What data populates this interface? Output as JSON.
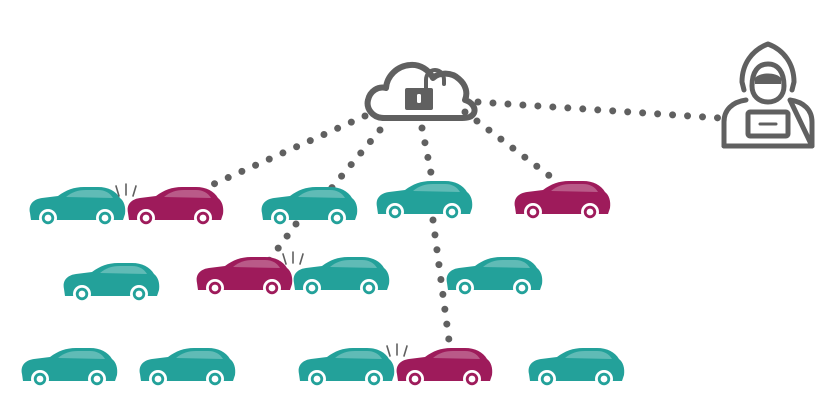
{
  "colors": {
    "teal": "#23a19a",
    "magenta": "#9e1b5b",
    "gray": "#606060",
    "background": "#ffffff"
  },
  "icons": {
    "cloud": "cloud-icon",
    "lock": "unlocked-padlock-icon",
    "hacker": "hooded-hacker-icon",
    "car": "car-icon",
    "crash": "crash-spark-icon"
  },
  "cars": [
    {
      "id": "r1-c1",
      "color": "teal",
      "compromised": false
    },
    {
      "id": "r1-c2",
      "color": "magenta",
      "compromised": true
    },
    {
      "id": "r1-c3",
      "color": "teal",
      "compromised": false
    },
    {
      "id": "r1-c4",
      "color": "teal",
      "compromised": false
    },
    {
      "id": "r1-c5",
      "color": "magenta",
      "compromised": true
    },
    {
      "id": "r2-c1",
      "color": "teal",
      "compromised": false
    },
    {
      "id": "r2-c2",
      "color": "magenta",
      "compromised": true
    },
    {
      "id": "r2-c3",
      "color": "teal",
      "compromised": false
    },
    {
      "id": "r2-c4",
      "color": "teal",
      "compromised": false
    },
    {
      "id": "r3-c1",
      "color": "teal",
      "compromised": false
    },
    {
      "id": "r3-c2",
      "color": "teal",
      "compromised": false
    },
    {
      "id": "r3-c3",
      "color": "teal",
      "compromised": false
    },
    {
      "id": "r3-c4",
      "color": "magenta",
      "compromised": true
    },
    {
      "id": "r3-c5",
      "color": "teal",
      "compromised": false
    }
  ]
}
